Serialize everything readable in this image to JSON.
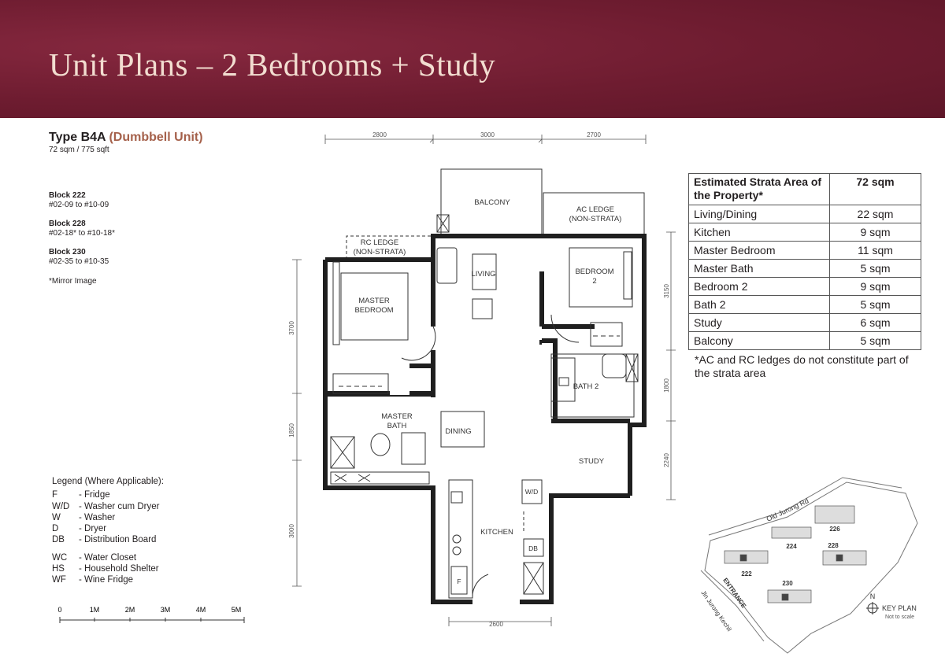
{
  "header": {
    "title": "Unit Plans – 2 Bedrooms + Study",
    "color": "#6e1c30"
  },
  "unit": {
    "type_label": "Type B4A",
    "type_name": "(Dumbbell Unit)",
    "area": "72 sqm / 775 sqft",
    "blocks": [
      {
        "name": "Block 222",
        "units": "#02-09 to #10-09"
      },
      {
        "name": "Block 228",
        "units": "#02-18* to #10-18*"
      },
      {
        "name": "Block 230",
        "units": "#02-35 to #10-35"
      }
    ],
    "mirror_note": "*Mirror Image"
  },
  "plan": {
    "rooms": {
      "balcony": "BALCONY",
      "ac_ledge_1": "AC LEDGE",
      "ac_ledge_2": "(NON-STRATA)",
      "rc_ledge_1": "RC LEDGE",
      "rc_ledge_2": "(NON-STRATA)",
      "living": "LIVING",
      "bedroom2_1": "BEDROOM",
      "bedroom2_2": "2",
      "master_1": "MASTER",
      "master_2": "BEDROOM",
      "bath2": "BATH 2",
      "master_bath_1": "MASTER",
      "master_bath_2": "BATH",
      "dining": "DINING",
      "study": "STUDY",
      "kitchen": "KITCHEN",
      "wd": "W/D",
      "db": "DB",
      "fridge": "F"
    },
    "dims": {
      "top_1": "2800",
      "top_2": "3000",
      "top_3": "2700",
      "left_1": "3700",
      "left_2": "1850",
      "left_3": "3000",
      "right_1": "3150",
      "right_2": "1800",
      "right_3": "2240",
      "bottom": "2600"
    }
  },
  "area_table": {
    "header_label": "Estimated Strata Area of the Property*",
    "header_label_1": "Estimated Strata Area of",
    "header_label_2": "the Property*",
    "header_value": "72 sqm",
    "rows": [
      {
        "label": "Living/Dining",
        "value": "22 sqm"
      },
      {
        "label": "Kitchen",
        "value": "9 sqm"
      },
      {
        "label": "Master Bedroom",
        "value": "11 sqm"
      },
      {
        "label": "Master Bath",
        "value": "5 sqm"
      },
      {
        "label": "Bedroom 2",
        "value": "9 sqm"
      },
      {
        "label": "Bath 2",
        "value": "5 sqm"
      },
      {
        "label": "Study",
        "value": "6 sqm"
      },
      {
        "label": "Balcony",
        "value": "5 sqm"
      }
    ],
    "note": "*AC and RC ledges do not constitute part of the strata area"
  },
  "legend": {
    "title": "Legend (Where Applicable):",
    "items": [
      {
        "abbr": "F",
        "desc": "- Fridge"
      },
      {
        "abbr": "W/D",
        "desc": "- Washer cum Dryer"
      },
      {
        "abbr": "W",
        "desc": "- Washer"
      },
      {
        "abbr": "D",
        "desc": "- Dryer"
      },
      {
        "abbr": "DB",
        "desc": "- Distribution Board"
      }
    ],
    "items2": [
      {
        "abbr": "WC",
        "desc": "- Water Closet"
      },
      {
        "abbr": "HS",
        "desc": "- Household Shelter"
      },
      {
        "abbr": "WF",
        "desc": "- Wine Fridge"
      }
    ]
  },
  "scale": {
    "labels": [
      "0",
      "1M",
      "2M",
      "3M",
      "4M",
      "5M"
    ]
  },
  "key_plan": {
    "road_top": "Old Jurong Rd",
    "road_bottom": "Jln Jurong Kechil",
    "entrance": "ENTRANCE",
    "blocks": [
      "222",
      "224",
      "226",
      "228",
      "230"
    ],
    "north": "N",
    "title": "KEY PLAN",
    "subtitle": "Not to scale"
  }
}
